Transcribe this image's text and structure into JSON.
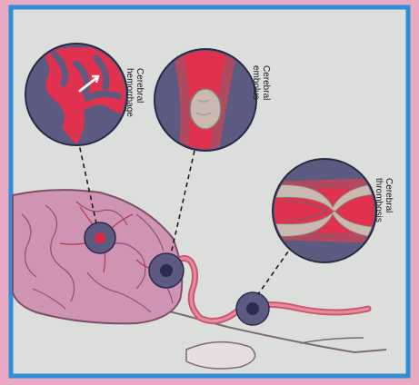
{
  "figure": {
    "labels": {
      "hemorrhage": [
        "Cerebral",
        "hemorrhage"
      ],
      "embolus": [
        "Cerebral",
        "embolus"
      ],
      "thrombosis": [
        "Cerebral",
        "thrombosis"
      ]
    }
  },
  "colors": {
    "page_background": "#e9a9c2",
    "panel_background": "#dcdedb",
    "frame_border": "#2f8fd6",
    "brain_tissue": "#cf93b3",
    "artery_red": "#e0314f",
    "artery_wall": "#b24a5f",
    "circle_fill": "#5d5a82",
    "hotspot": "#2c2b4f",
    "plaque": "#c9b9b0"
  }
}
